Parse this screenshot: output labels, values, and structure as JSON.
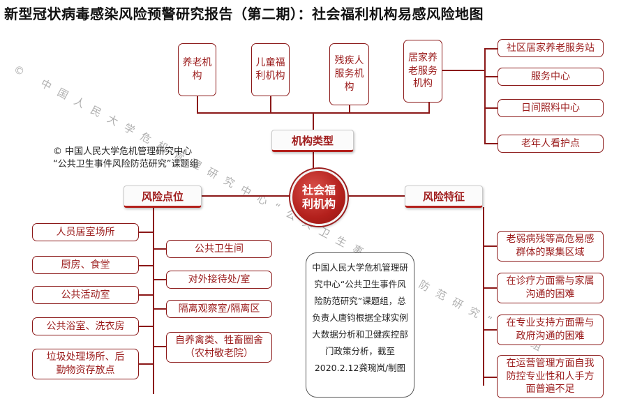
{
  "title": "新型冠状病毒感染风险预警研究报告（第二期）：社会福利机构易感风险地图",
  "watermark": "© 中国人民大学危机管理研究中心“公共卫生事件风险防范研究”课题组",
  "credit": {
    "line1": "© 中国人民大学危机管理研究中心",
    "line2": "“公共卫生事件风险防范研究”课题组"
  },
  "center": "社会福利机构",
  "categories": {
    "type": "机构类型",
    "points": "风险点位",
    "features": "风险特征"
  },
  "institution_types": [
    "养老机构",
    "儿童福利机构",
    "残疾人服务机构",
    "居家养老服务机构"
  ],
  "home_care_services": [
    "社区居家养老服务站",
    "服务中心",
    "日间照料中心",
    "老年人看护点"
  ],
  "risk_points_left": [
    "人员居室场所",
    "厨房、食堂",
    "公共活动室",
    "公共浴室、洗衣房",
    "垃圾处理场所、后勤物资存放点"
  ],
  "risk_points_right": [
    "公共卫生间",
    "对外接待处/室",
    "隔离观察室/隔离区",
    "自养禽类、牲畜圈舍（农村敬老院）"
  ],
  "risk_features": [
    "老弱病残等高危易感群体的聚集区域",
    "在诊疗方面需与家属沟通的困难",
    "在专业支持方面需与政府沟通的困难",
    "在运营管理方面自我防控专业性和人手方面普遍不足"
  ],
  "note": "中国人民大学危机管理研究中心“公共卫生事件风险防范研究”课题组，总负责人唐钧根据全球实例大数据分析和卫健疾控部门政策分析，截至2020.2.12龚琬岚/制图",
  "colors": {
    "accent": "#9b1c1c",
    "line": "#8b1818",
    "hub": "#b3201c"
  }
}
